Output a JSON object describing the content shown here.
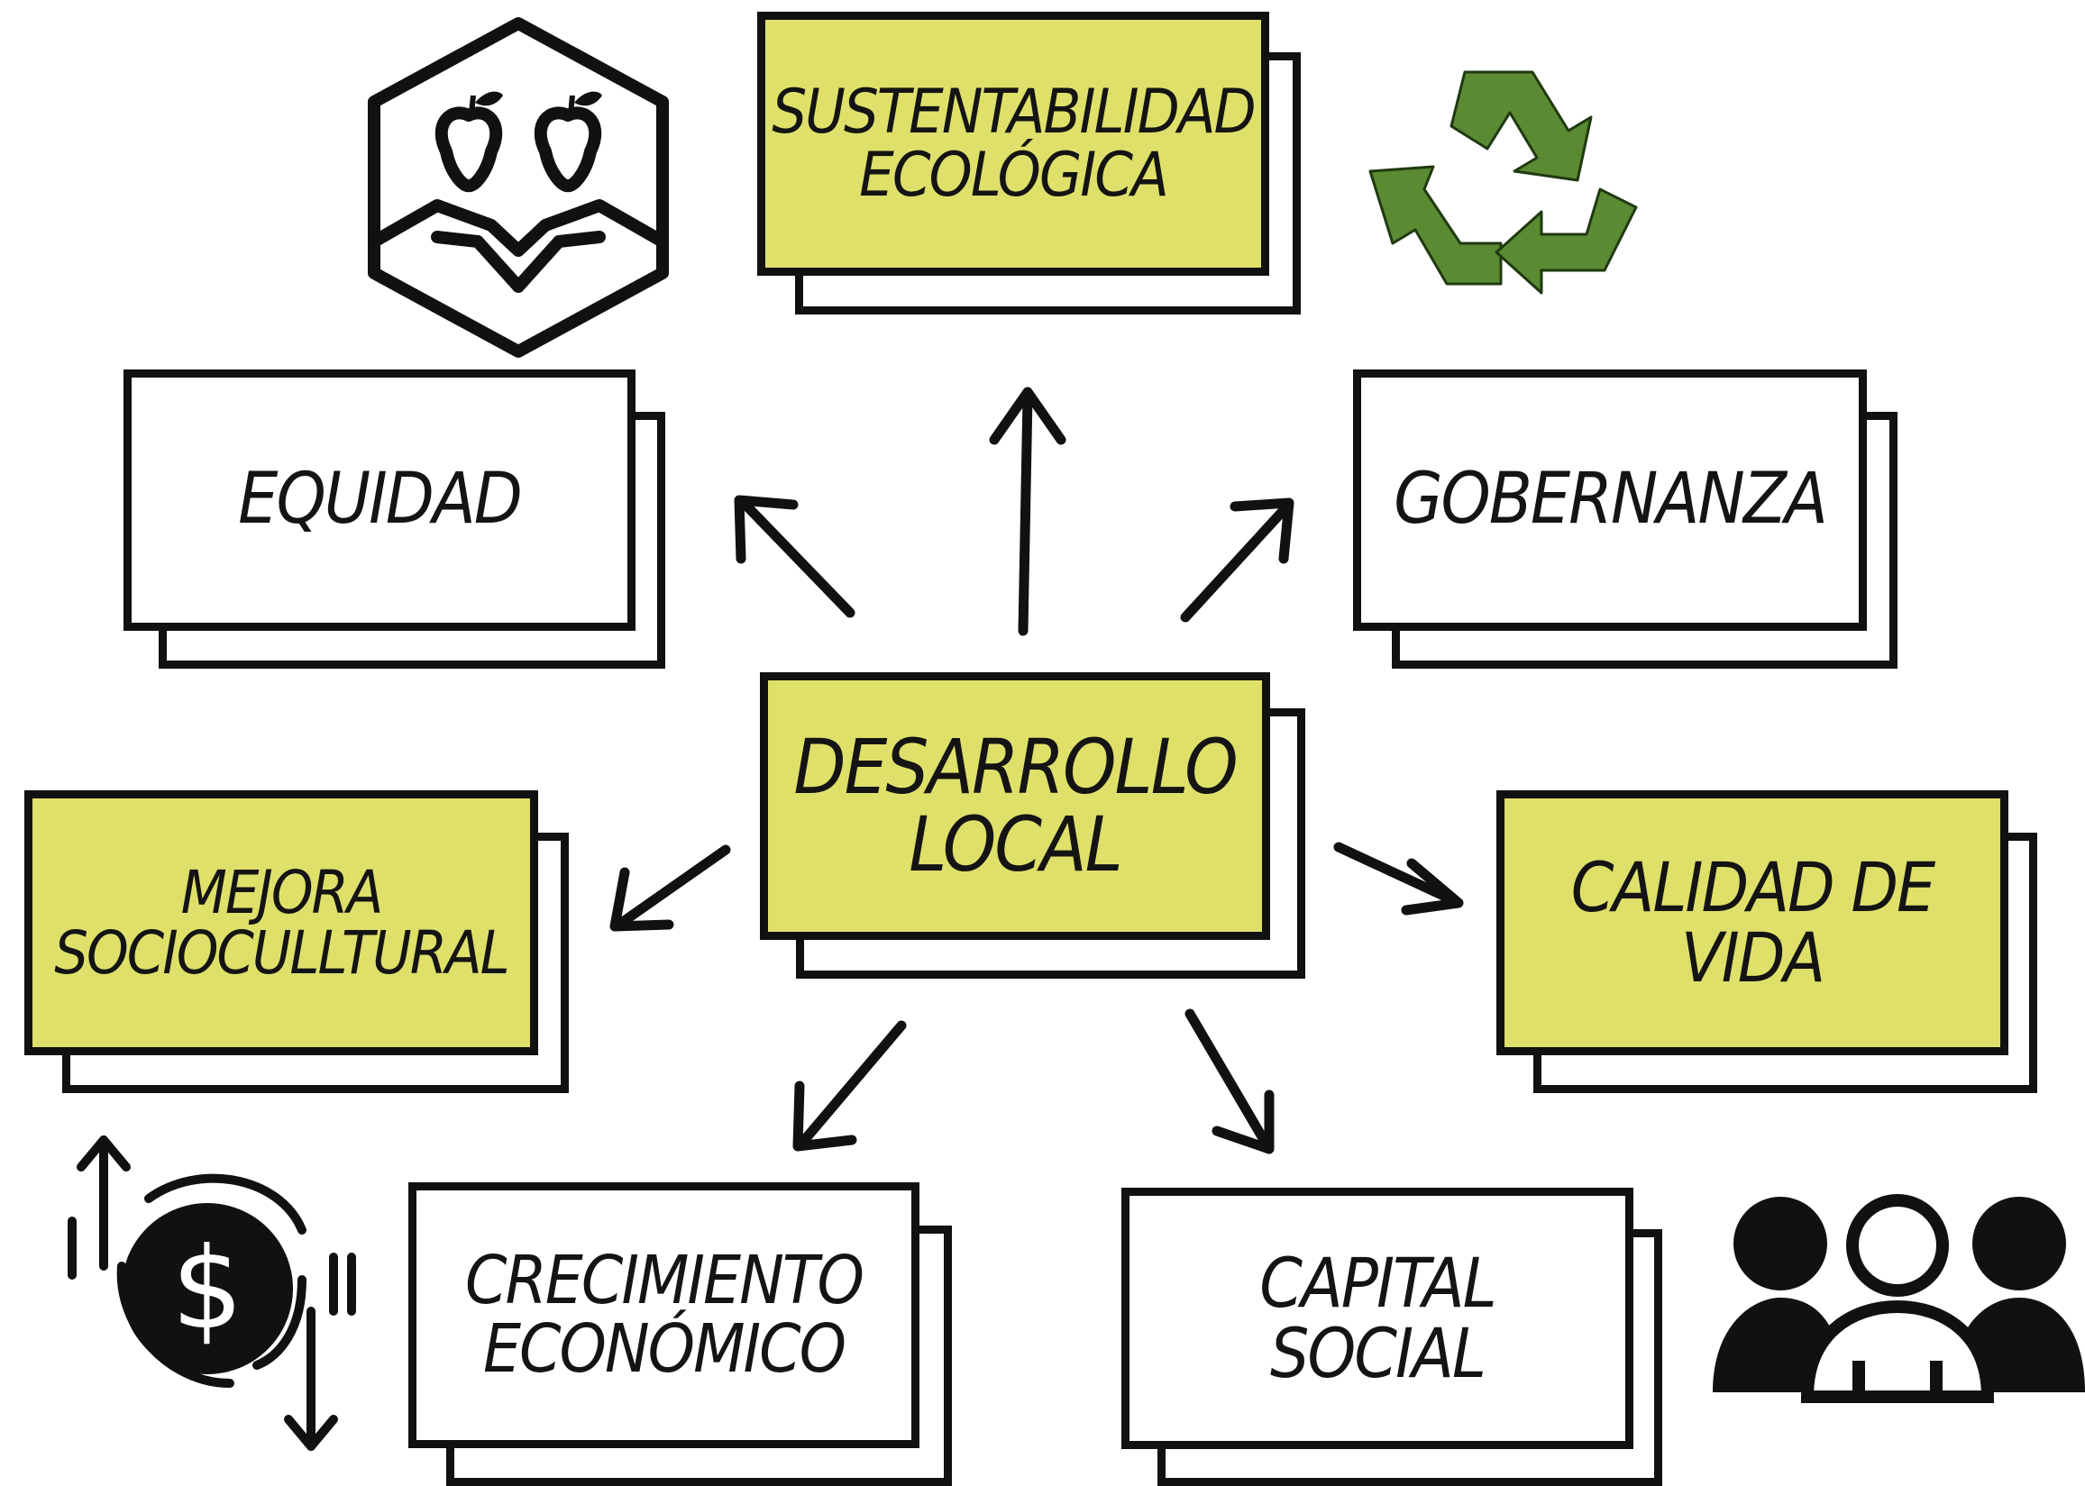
{
  "center": {
    "lines": [
      "DESARROLLO",
      "LOCAL"
    ]
  },
  "nodes": {
    "sustentabilidad": {
      "lines": [
        "SUSTENTABILIDAD",
        "ECOLÓGICA"
      ]
    },
    "equidad": {
      "lines": [
        "EQUIDAD"
      ]
    },
    "gobernanza": {
      "lines": [
        "GOBERNANZA"
      ]
    },
    "mejora": {
      "lines": [
        "MEJORA",
        "SOCIOCULLTURAL"
      ]
    },
    "calidad": {
      "lines": [
        "CALIDAD DE",
        "VIDA"
      ]
    },
    "crecimiento": {
      "lines": [
        "CRECIMIENTO",
        "ECONÓMICO"
      ]
    },
    "capital": {
      "lines": [
        "CAPITAL",
        "SOCIAL"
      ]
    }
  },
  "colors": {
    "highlight": "#dfe06a",
    "outline": "#111111",
    "recycle": "#5a8a32"
  },
  "icons": [
    "hands-apples-icon",
    "recycle-icon",
    "money-exchange-icon",
    "people-group-icon"
  ]
}
